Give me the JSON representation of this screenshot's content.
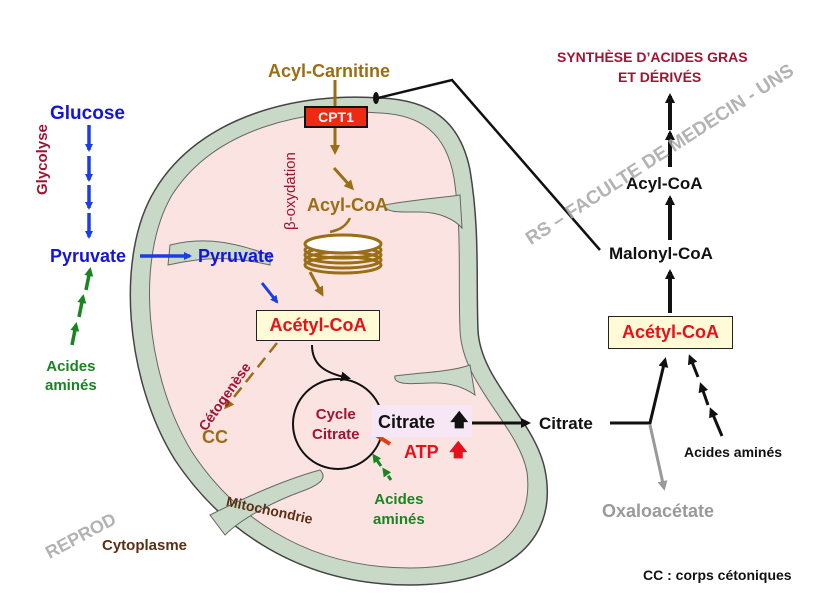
{
  "diagram": {
    "title_top_right": [
      "SYNTHÈSE D’ACIDES GRAS",
      "ET DÉRIVÉS"
    ],
    "cytoplasm": {
      "glucose": "Glucose",
      "glycolyse": "Glycolyse",
      "pyruvate": "Pyruvate",
      "acides_amines": [
        "Acides",
        "aminés"
      ],
      "cytoplasme": "Cytoplasme"
    },
    "mitochondria": {
      "acyl_carnitine": "Acyl-Carnitine",
      "cpt1": "CPT1",
      "beta_oxydation": "β-oxydation",
      "acyl_coa": "Acyl-CoA",
      "pyruvate": "Pyruvate",
      "acetyl_coa": "Acétyl-CoA",
      "cetogenese": "Cétogenèse",
      "cc": "CC",
      "cycle_citrate": [
        "Cycle",
        "Citrate"
      ],
      "citrate": "Citrate",
      "atp": "ATP",
      "acides_amines": [
        "Acides",
        "aminés"
      ],
      "mitochondrie": "Mitochondrie"
    },
    "right_pathway": {
      "citrate": "Citrate",
      "acetyl_coa": "Acétyl-CoA",
      "malonyl_coa": "Malonyl-CoA",
      "acyl_coa": "Acyl-CoA",
      "acides_amines": "Acides aminés",
      "oxaloacetate": "Oxaloacétate"
    },
    "legend": "CC : corps cétoniques",
    "watermark": {
      "right": "RS – FACULTE DE MEDECIN - UNS",
      "left": "REPROD"
    },
    "colors": {
      "membrane": "#c9d9c8",
      "matrix": "#fbe3e1",
      "cpt1_bg": "#ee2a12",
      "box_bg": "#fffbd6",
      "citrate_bg": "#f7e6f5"
    }
  }
}
